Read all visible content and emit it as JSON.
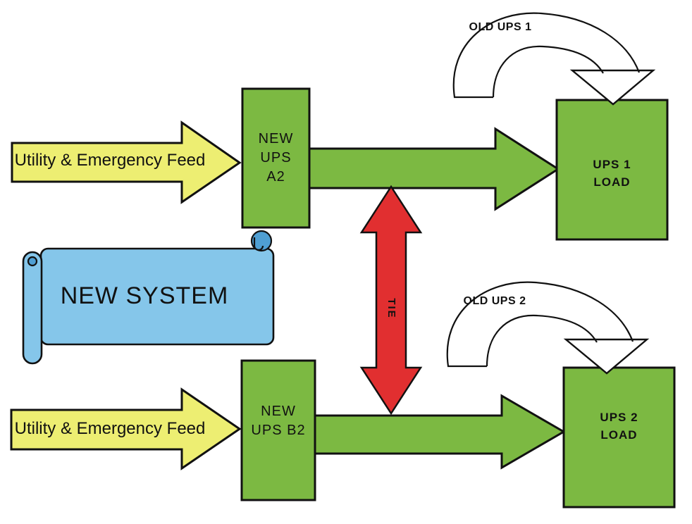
{
  "colors": {
    "green": "#7cb942",
    "yellow": "#edee72",
    "red": "#e12f30",
    "blue": "#85c6ea",
    "blue_dark": "#4f9fd3",
    "ink": "#111111"
  },
  "labels": {
    "feed_top": "Utility & Emergency Feed",
    "feed_bottom": "Utility & Emergency Feed",
    "new_system": "NEW SYSTEM",
    "tie": "TIE",
    "old_ups_1": "OLD UPS 1",
    "old_ups_2": "OLD UPS 2",
    "ups_a2": {
      "line1": "NEW",
      "line2": "UPS",
      "line3": "A2"
    },
    "ups_b2": {
      "line1": "NEW",
      "line2": "UPS B2"
    },
    "ups1_load": {
      "line1": "UPS 1",
      "line2": "LOAD"
    },
    "ups2_load": {
      "line1": "UPS 2",
      "line2": "LOAD"
    }
  }
}
